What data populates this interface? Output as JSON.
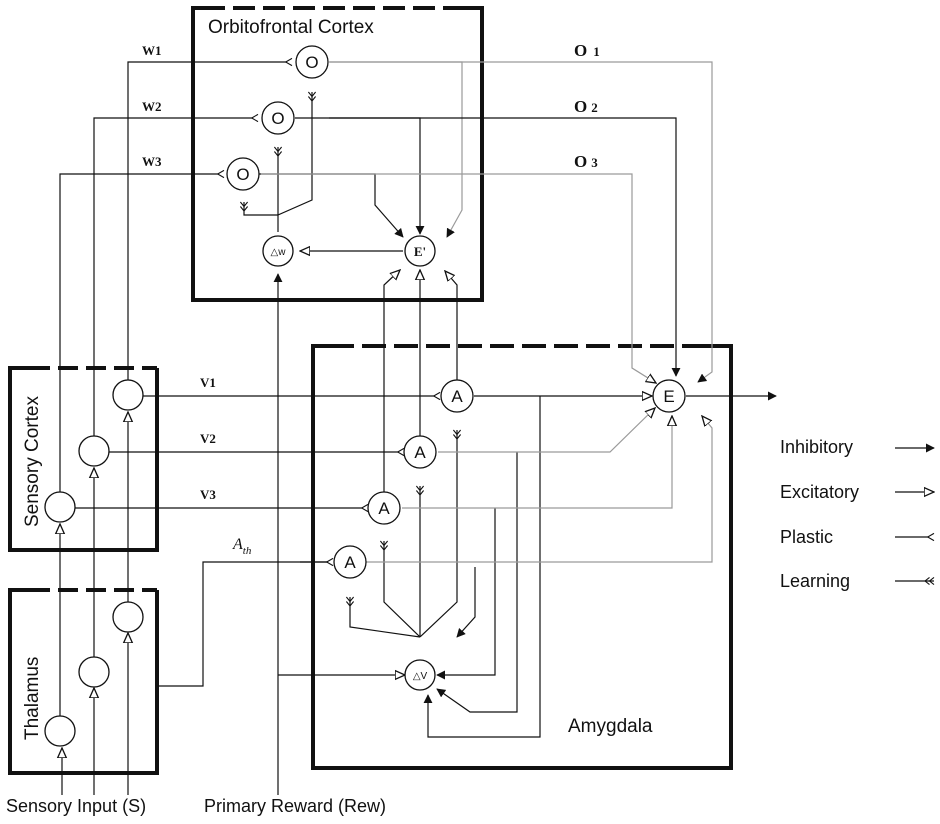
{
  "regions": {
    "orbitofrontal": "Orbitofrontal Cortex",
    "sensory_cortex": "Sensory Cortex",
    "thalamus": "Thalamus",
    "amygdala": "Amygdala"
  },
  "io": {
    "sensory_input": "Sensory Input (S)",
    "primary_reward": "Primary Reward (Rew)"
  },
  "weights": {
    "w1": "W1",
    "w2": "W2",
    "w3": "W3",
    "v1": "V1",
    "v2": "V2",
    "v3": "V3"
  },
  "outputs": {
    "o1_main": "O",
    "o1_sub": "1",
    "o2_main": "O",
    "o2_sub": "2",
    "o3_main": "O",
    "o3_sub": "3"
  },
  "threshold": {
    "main": "A",
    "sub": "th"
  },
  "nodes": {
    "o": "O",
    "a": "A",
    "e": "E",
    "e_prime": "E'",
    "delta_w": "△w",
    "delta_v": "△V"
  },
  "legend": {
    "inhibitory": "Inhibitory",
    "excitatory": "Excitatory",
    "plastic": "Plastic",
    "learning": "Learning"
  },
  "colors": {
    "line": "#111111",
    "gray_line": "#9a9a9a"
  }
}
